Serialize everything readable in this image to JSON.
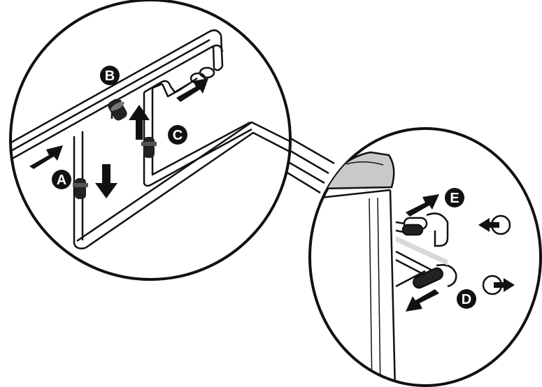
{
  "diagram": {
    "callouts": [
      {
        "id": "A",
        "text": "A"
      },
      {
        "id": "B",
        "text": "B"
      },
      {
        "id": "C",
        "text": "C"
      },
      {
        "id": "D",
        "text": "D"
      },
      {
        "id": "E",
        "text": "E"
      }
    ],
    "colors": {
      "ink": "#111111",
      "paper": "#ffffff",
      "shade": "#d9d9d9",
      "appliance_top": "#c9c9c9"
    },
    "icons": [
      "arrow-icon",
      "valve-icon",
      "clockwise-rotation-icon",
      "counterclockwise-rotation-icon",
      "pipe-elbow-icon"
    ]
  }
}
